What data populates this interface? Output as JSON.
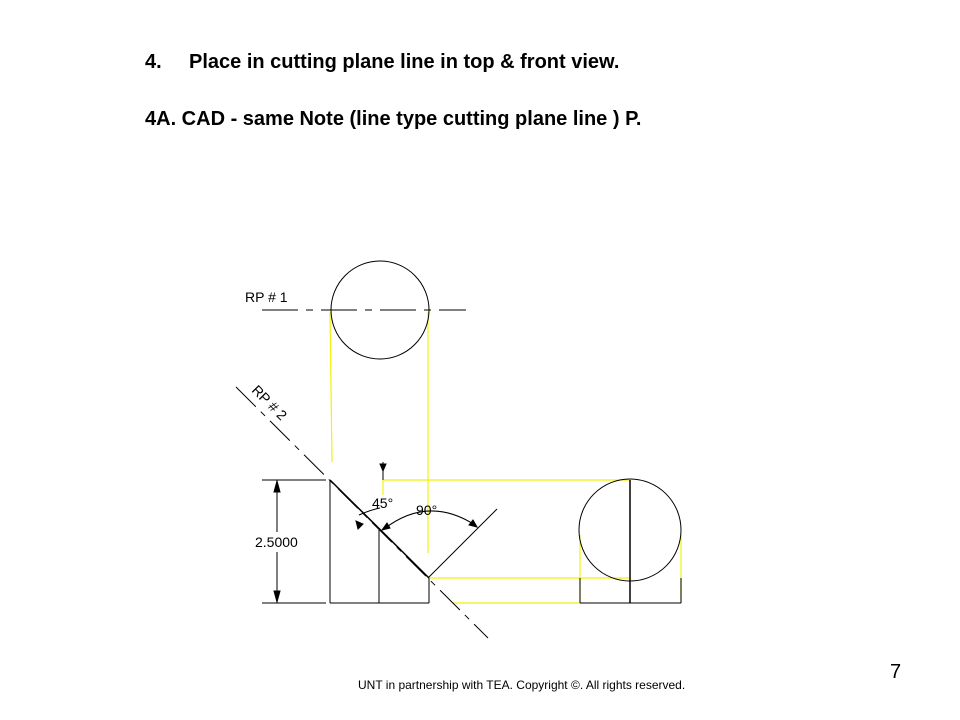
{
  "slide": {
    "step_number": "4.",
    "step_text": "Place in cutting plane line in top & front view.",
    "note": "4A.  CAD - same Note (line type cutting plane line ) P.",
    "footer": "UNT in partnership with TEA. Copyright ©. All rights reserved.",
    "page_number": "7"
  },
  "drawing": {
    "rp1_label": "RP # 1",
    "rp2_label": "RP # 2",
    "angle_45_label": "45°",
    "angle_90_label": "90°",
    "height_dimension": "2.5000",
    "projection_color": "#f2f20a",
    "line_color": "#000000"
  }
}
